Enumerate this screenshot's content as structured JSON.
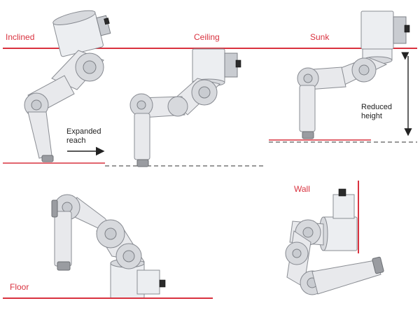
{
  "labels": {
    "inclined": "Inclined",
    "ceiling": "Ceiling",
    "sunk": "Sunk",
    "floor": "Floor",
    "wall": "Wall",
    "expanded_reach_line1": "Expanded",
    "expanded_reach_line2": "reach",
    "reduced_height_line1": "Reduced",
    "reduced_height_line2": "height"
  },
  "colors": {
    "accent": "#d9323f",
    "text": "#222222",
    "robot_body": "#e8e9ec",
    "robot_outline": "#8a8d93",
    "dashed_line": "#333333"
  }
}
